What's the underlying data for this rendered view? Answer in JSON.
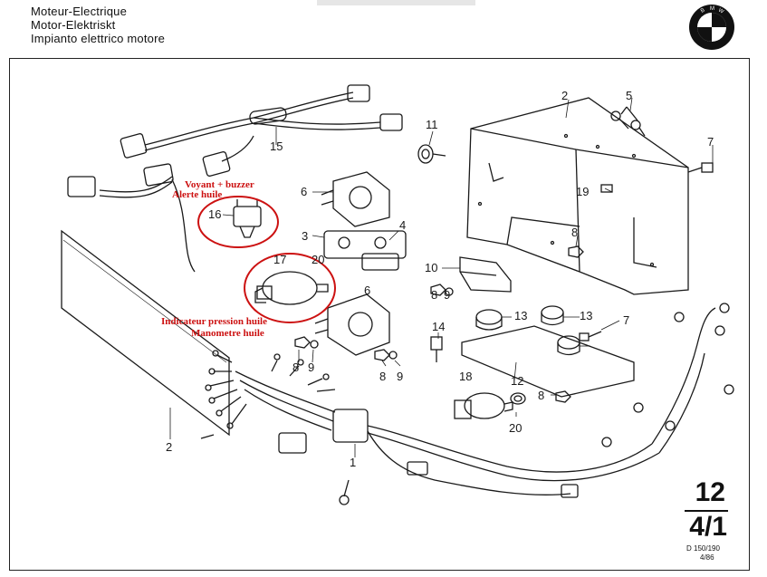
{
  "header": {
    "lines": [
      "Moteur-Electrique",
      "Motor-Elektriskt",
      "Impianto elettrico motore"
    ]
  },
  "logo": {
    "letters": [
      "B",
      "M",
      "W"
    ]
  },
  "page": {
    "group": "12",
    "sheet": "4/1",
    "code": "D 150/190",
    "date": "4/86"
  },
  "annotations": {
    "buzzer_line1": "Voyant + buzzer",
    "buzzer_line2": "Alerte huile",
    "pressure_line1": "Indicateur pression huile",
    "pressure_line2": "Manometre huile"
  },
  "callouts": {
    "c1": "1",
    "c2a": "2",
    "c2b": "2",
    "c3": "3",
    "c4": "4",
    "c5": "5",
    "c6a": "6",
    "c6b": "6",
    "c7a": "7",
    "c7b": "7",
    "c8a": "8",
    "c8b": "8",
    "c8c": "8",
    "c8d": "8",
    "c8e": "8",
    "c9a": "9",
    "c9b": "9",
    "c9c": "9",
    "c10": "10",
    "c11": "11",
    "c12": "12",
    "c13a": "13",
    "c13b": "13",
    "c14": "14",
    "c15": "15",
    "c16": "16",
    "c17": "17",
    "c18": "18",
    "c19": "19",
    "c20a": "20",
    "c20b": "20"
  },
  "colors": {
    "ink": "#1a1a1a",
    "annotation": "#cc1111"
  }
}
